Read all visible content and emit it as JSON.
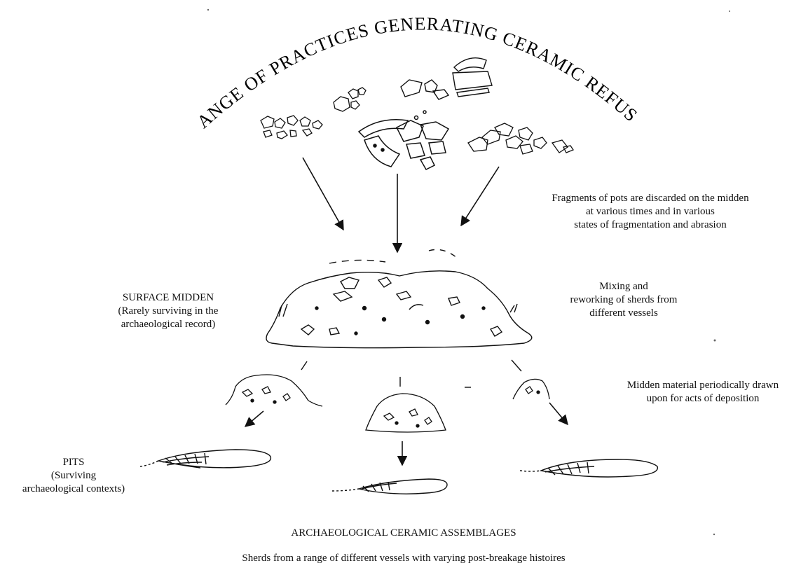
{
  "title": "RANGE OF PRACTICES GENERATING CERAMIC REFUSE",
  "labels": {
    "discard": [
      "Fragments of pots are discarded on the midden",
      "at various times and in various",
      "states of fragmentation and abrasion"
    ],
    "surface_midden": [
      "SURFACE MIDDEN",
      "(Rarely surviving in the",
      "archaeological record)"
    ],
    "mixing": [
      "Mixing and",
      "reworking of sherds from",
      "different vessels"
    ],
    "drawn_upon": [
      "Midden material periodically drawn",
      "upon for acts of deposition"
    ],
    "pits": [
      "PITS",
      "(Surviving",
      "archaeological contexts)"
    ],
    "assemblages": "ARCHAEOLOGICAL CERAMIC ASSEMBLAGES",
    "sherds_note": "Sherds from a  range of different vessels with varying post-breakage histoires"
  }
}
